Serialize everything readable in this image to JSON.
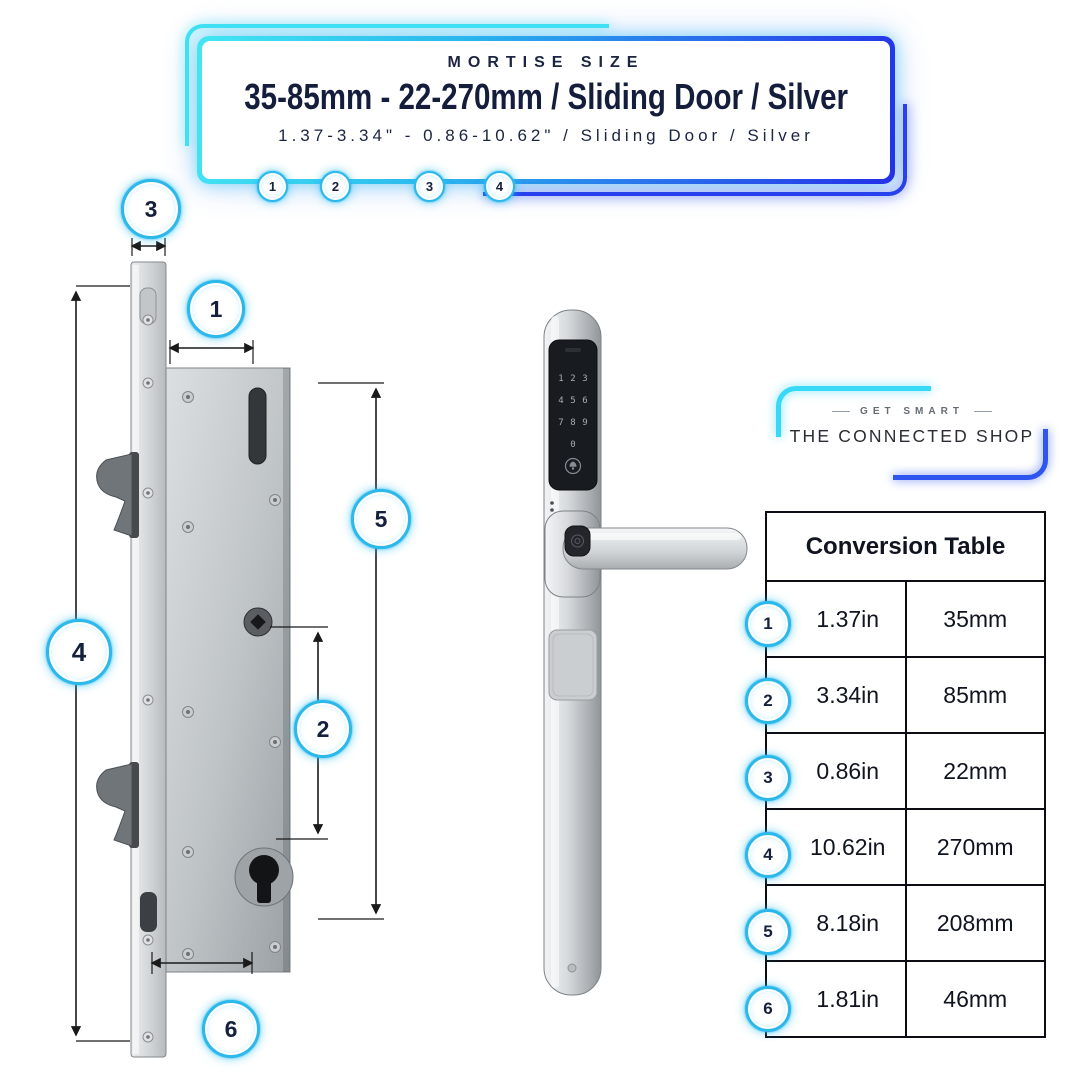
{
  "header": {
    "eyebrow": "MORTISE SIZE",
    "title": "35-85mm - 22-270mm / Sliding Door / Silver",
    "subtitle": "1.37-3.34\" - 0.86-10.62\" / Sliding Door / Silver",
    "markers": [
      "1",
      "2",
      "3",
      "4"
    ]
  },
  "diagram": {
    "markers": [
      "1",
      "2",
      "3",
      "4",
      "5",
      "6"
    ]
  },
  "product": {
    "keypad_digits": [
      "1",
      "2",
      "3",
      "4",
      "5",
      "6",
      "7",
      "8",
      "9",
      "0"
    ]
  },
  "brand": {
    "tagline": "GET SMART",
    "name": "THE CONNECTED SHOP"
  },
  "conversion_table": {
    "title": "Conversion Table",
    "rows": [
      {
        "marker": "1",
        "inches": "1.37in",
        "mm": "35mm"
      },
      {
        "marker": "2",
        "inches": "3.34in",
        "mm": "85mm"
      },
      {
        "marker": "3",
        "inches": "0.86in",
        "mm": "22mm"
      },
      {
        "marker": "4",
        "inches": "10.62in",
        "mm": "270mm"
      },
      {
        "marker": "5",
        "inches": "8.18in",
        "mm": "208mm"
      },
      {
        "marker": "6",
        "inches": "1.81in",
        "mm": "46mm"
      }
    ]
  },
  "colors": {
    "accent_cyan": "#38d9f6",
    "accent_blue": "#2741ee",
    "navy_text": "#141d3b"
  }
}
